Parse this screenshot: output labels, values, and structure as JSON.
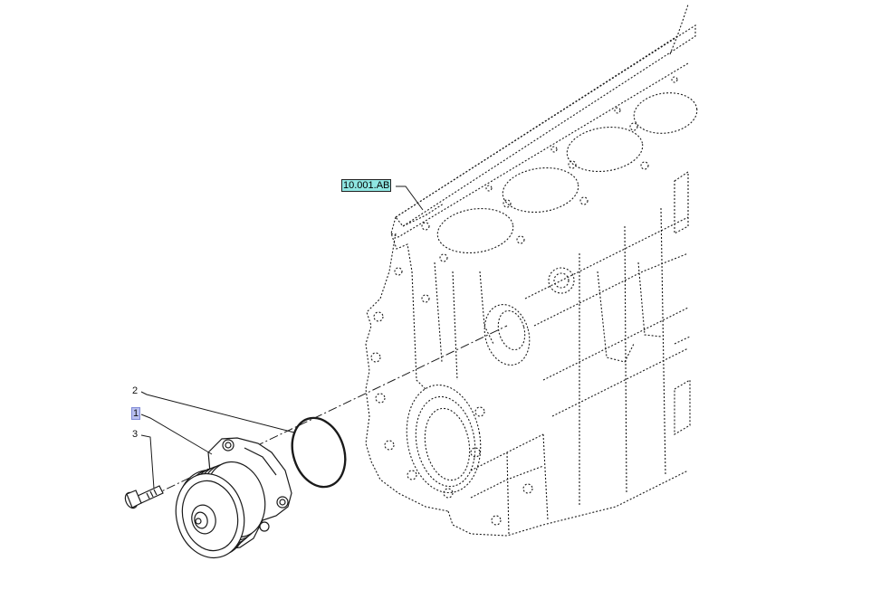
{
  "diagram": {
    "reference_label": "10.001.AB",
    "callouts": [
      {
        "id": "2",
        "text": "2"
      },
      {
        "id": "1",
        "text": "1"
      },
      {
        "id": "3",
        "text": "3"
      }
    ],
    "colors": {
      "line": "#1a1a1a",
      "reference_fill": "#8fe6e2",
      "highlight_fill": "#b9c0f0"
    },
    "icons": [
      "engine-block-icon",
      "water-pump-icon",
      "bolt-icon",
      "o-ring-icon"
    ]
  }
}
